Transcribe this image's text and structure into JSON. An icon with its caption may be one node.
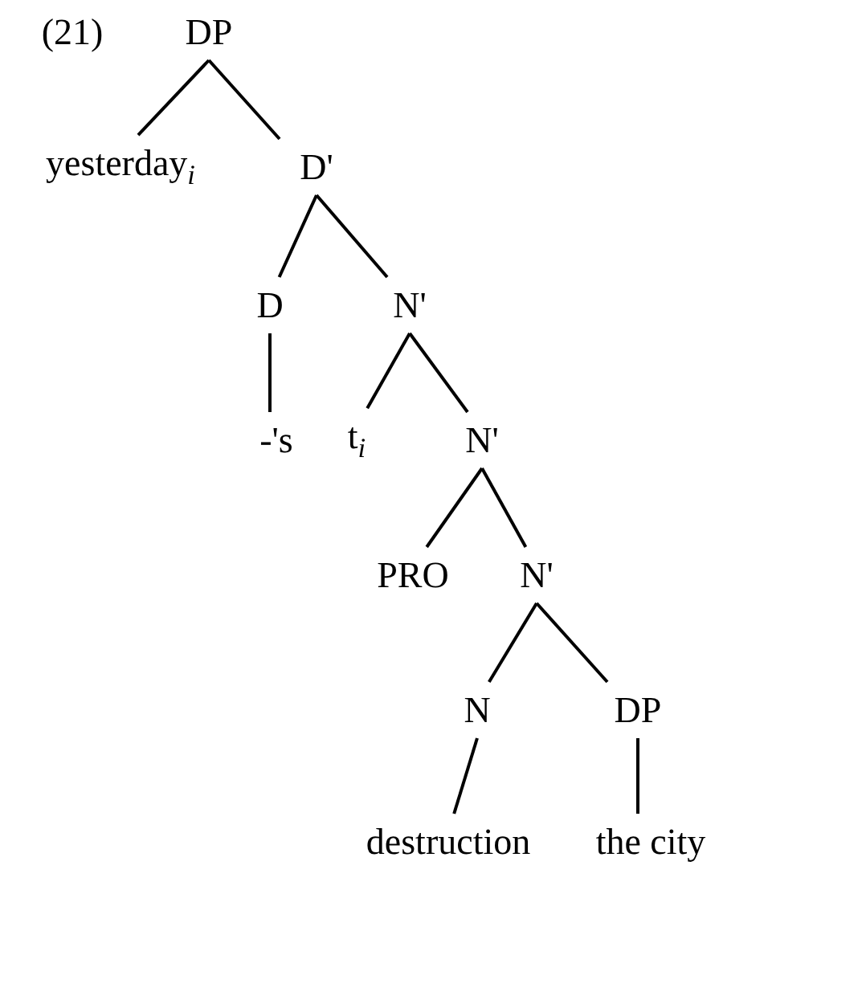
{
  "diagram": {
    "nodes": [
      {
        "text": [
          "DP"
        ]
      },
      {
        "text": [
          "yesterday$_{i}$"
        ]
      },
      {
        "text": [
          "D'"
        ]
      },
      {
        "text": [
          "D"
        ]
      },
      {
        "text": [
          "N'"
        ]
      },
      {
        "text": [
          "-'s"
        ]
      },
      {
        "text": [
          "t$_{i}$"
        ]
      },
      {
        "text": [
          "N'"
        ]
      },
      {
        "text": [
          "PRO"
        ]
      },
      {
        "text": [
          "N'"
        ]
      },
      {
        "text": [
          "N"
        ]
      },
      {
        "text": [
          "DP"
        ]
      },
      {
        "text": [
          "destruction"
        ]
      },
      {
        "text": [
          "the city"
        ]
      }
    ],
    "edges": [
      {
        "from": 0,
        "to": 1,
        "arrow": "none"
      },
      {
        "from": 0,
        "to": 2,
        "arrow": "none"
      },
      {
        "from": 2,
        "to": 3,
        "arrow": "none"
      },
      {
        "from": 2,
        "to": 4,
        "arrow": "none"
      },
      {
        "from": 3,
        "to": 5,
        "arrow": "none"
      },
      {
        "from": 4,
        "to": 6,
        "arrow": "none"
      },
      {
        "from": 4,
        "to": 7,
        "arrow": "none"
      },
      {
        "from": 7,
        "to": 8,
        "arrow": "none"
      },
      {
        "from": 7,
        "to": 9,
        "arrow": "none"
      },
      {
        "from": 9,
        "to": 10,
        "arrow": "none"
      },
      {
        "from": 9,
        "to": 11,
        "arrow": "none"
      },
      {
        "from": 10,
        "to": 12,
        "arrow": "none"
      },
      {
        "from": 11,
        "to": 13,
        "arrow": "none"
      }
    ],
    "labels": [
      "(21)"
    ]
  }
}
